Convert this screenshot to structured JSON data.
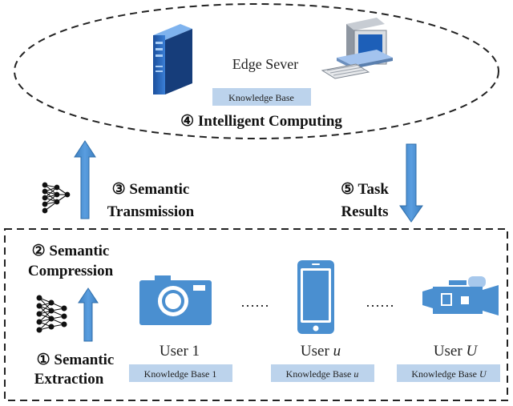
{
  "edge": {
    "title": "Edge Sever",
    "knowledge_base": "Knowledge Base",
    "computing_label": "④ Intelligent Computing",
    "server_icon": "server-tower-icon",
    "workstation_icon": "desktop-computer-icon"
  },
  "uplink": {
    "line1": "③ Semantic",
    "line2": "Transmission",
    "icon": "neural-network-icon"
  },
  "downlink": {
    "line1": "⑤ Task",
    "line2": "Results"
  },
  "device_side": {
    "compression_line1": "② Semantic",
    "compression_line2": "Compression",
    "extraction_line1": "① Semantic",
    "extraction_line2": "Extraction",
    "dots": "……",
    "users": [
      {
        "label_text": "User 1",
        "label_var": "",
        "kb_text": "Knowledge Base 1",
        "kb_var": "",
        "icon": "camera-icon"
      },
      {
        "label_text": "User ",
        "label_var": "u",
        "kb_text": "Knowledge Base ",
        "kb_var": "u",
        "icon": "smartphone-icon"
      },
      {
        "label_text": "User ",
        "label_var": "U",
        "kb_text": "Knowledge Base ",
        "kb_var": "U",
        "icon": "video-camera-icon"
      }
    ]
  },
  "colors": {
    "accent_blue": "#4a8fd0",
    "kb_fill": "#bcd3ec",
    "border": "#222222"
  }
}
